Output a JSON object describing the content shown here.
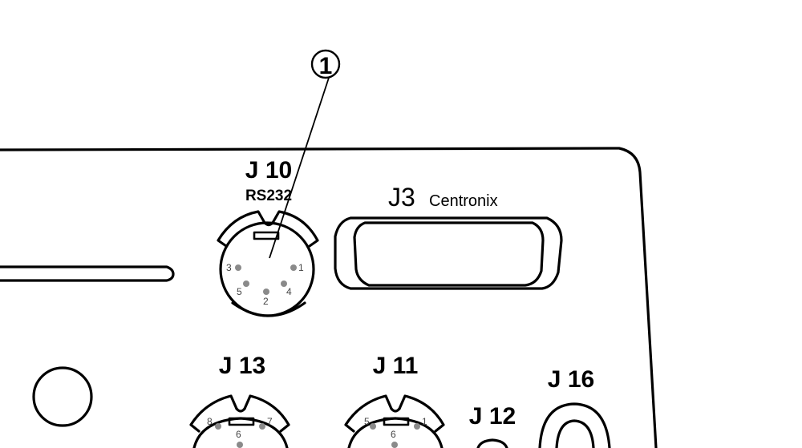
{
  "diagram": {
    "type": "connector-panel-rear-view",
    "callout": {
      "number": "1",
      "points_to": "J 10"
    },
    "connectors": [
      {
        "id": "J 10",
        "subtitle": "RS232",
        "kind": "mini-din",
        "pins": [
          "1",
          "2",
          "3",
          "4",
          "5"
        ]
      },
      {
        "id": "J3",
        "subtitle": "Centronix",
        "kind": "d-sub-wide"
      },
      {
        "id": "J 13",
        "kind": "mini-din",
        "visible_pins": [
          "8",
          "7",
          "6"
        ]
      },
      {
        "id": "J 11",
        "kind": "mini-din",
        "visible_pins": [
          "5",
          "1",
          "6"
        ]
      },
      {
        "id": "J 12",
        "kind": "round-jack"
      },
      {
        "id": "J 16",
        "kind": "round-jack-double-ring"
      }
    ],
    "colors": {
      "line": "#000000",
      "pin": "#8a8a8a",
      "background": "#ffffff"
    }
  }
}
